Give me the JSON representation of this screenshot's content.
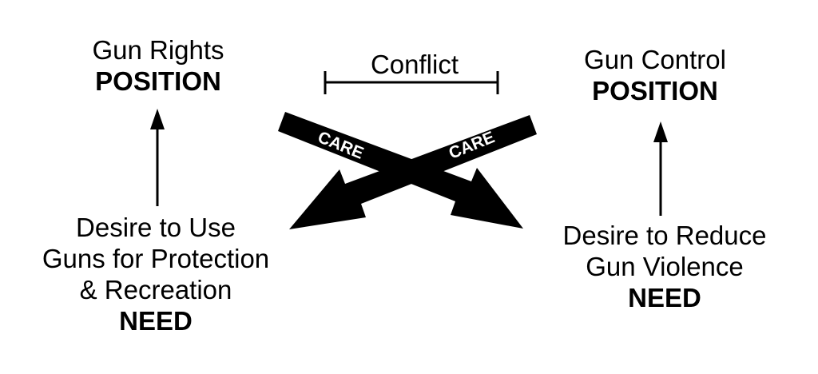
{
  "left": {
    "position_title": "Gun Rights",
    "position_label": "POSITION",
    "need_lines": [
      "Desire to Use",
      "Guns for Protection",
      "& Recreation"
    ],
    "need_label": "NEED"
  },
  "right": {
    "position_title": "Gun Control",
    "position_label": "POSITION",
    "need_lines": [
      "Desire to Reduce",
      "Gun Violence"
    ],
    "need_label": "NEED"
  },
  "center": {
    "conflict_label": "Conflict",
    "care_left_label": "CARE",
    "care_right_label": "CARE"
  },
  "colors": {
    "ink": "#000000",
    "background": "#ffffff",
    "care_text": "#ffffff"
  },
  "icons": {
    "vertical_arrows": "arrow-up-icon",
    "care_arrows": "arrow-down-left-icon / arrow-down-right-icon"
  }
}
